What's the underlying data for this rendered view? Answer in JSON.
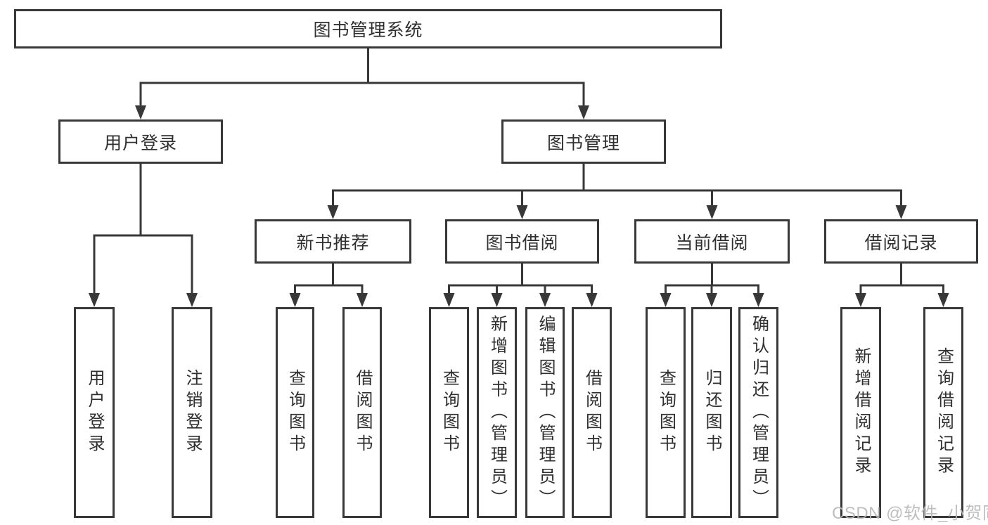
{
  "title": "图书管理系统",
  "tree": {
    "root": {
      "label": "图书管理系统"
    },
    "branches": [
      {
        "label": "用户登录",
        "children": [
          {
            "label": "用户登录"
          },
          {
            "label": "注销登录"
          }
        ]
      },
      {
        "label": "图书管理",
        "children": [
          {
            "label": "新书推荐",
            "children": [
              {
                "label": "查询图书"
              },
              {
                "label": "借阅图书"
              }
            ]
          },
          {
            "label": "图书借阅",
            "children": [
              {
                "label": "查询图书"
              },
              {
                "label": "新增图书（管理员）"
              },
              {
                "label": "编辑图书（管理员）"
              },
              {
                "label": "借阅图书"
              }
            ]
          },
          {
            "label": "当前借阅",
            "children": [
              {
                "label": "查询图书"
              },
              {
                "label": "归还图书"
              },
              {
                "label": "确认归还（管理员）"
              }
            ]
          },
          {
            "label": "借阅记录",
            "children": [
              {
                "label": "新增借阅记录"
              },
              {
                "label": "查询借阅记录"
              }
            ]
          }
        ]
      }
    ]
  },
  "watermark": "CSDN @软件_小贺同学",
  "colors": {
    "line": "#383838",
    "text": "#2f2f2f",
    "box_background": "#ffffff",
    "watermark": "#b8b8b8"
  }
}
